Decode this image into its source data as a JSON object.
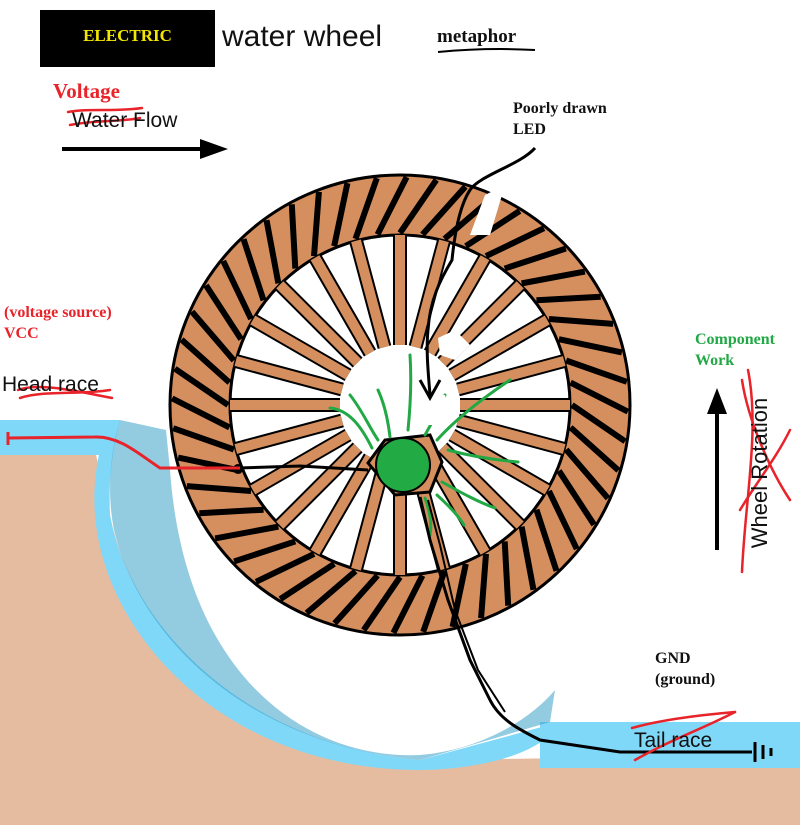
{
  "title": {
    "box_text": "ELECTRIC",
    "main": "water wheel",
    "suffix": "metaphor"
  },
  "labels": {
    "voltage": "Voltage",
    "water_flow": "Water Flow",
    "poorly_drawn_1": "Poorly drawn",
    "poorly_drawn_2": "LED",
    "voltage_source_1": "(voltage source)",
    "voltage_source_2": "VCC",
    "head_race": "Head race",
    "component_1": "Component",
    "component_2": "Work",
    "wheel_rotation": "Wheel Rotation",
    "gnd_1": "GND",
    "gnd_2": "(ground)",
    "tail_race": "Tail race"
  },
  "colors": {
    "wood": "#D58F5E",
    "water": "#7FD8F8",
    "ground": "#E6BCA0",
    "red": "#E8232A",
    "green": "#22A845",
    "yellow": "#F2E600",
    "led": "#22AA44"
  },
  "icons": {
    "flow_arrow": "right-arrow-icon",
    "rotation_arrow": "up-arrow-icon",
    "ground_symbol": "ground-symbol-icon"
  }
}
